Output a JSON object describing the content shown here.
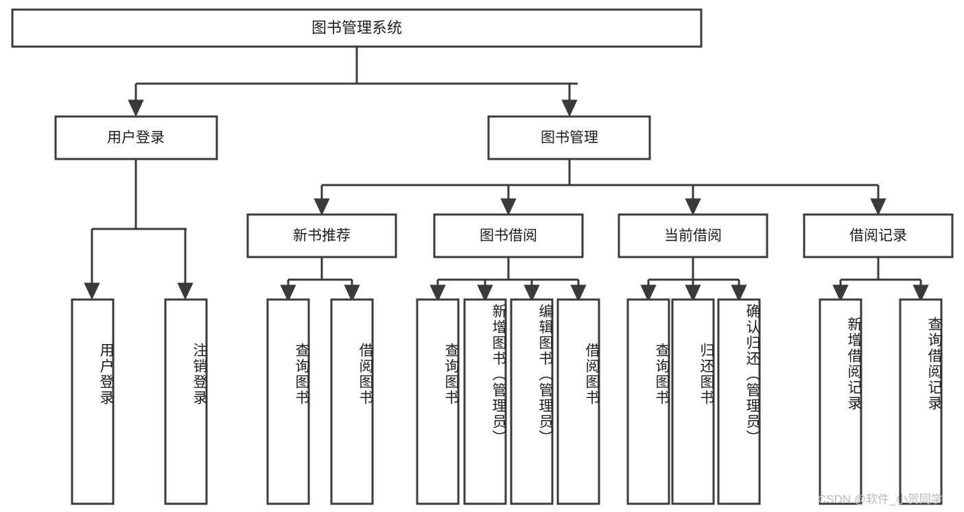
{
  "diagram": {
    "type": "tree-hierarchy",
    "title": "图书管理系统",
    "root": {
      "id": "root",
      "label": "图书管理系统",
      "orientation": "horizontal"
    },
    "level2": [
      {
        "id": "user-login",
        "label": "用户登录",
        "orientation": "horizontal"
      },
      {
        "id": "book-manage",
        "label": "图书管理",
        "orientation": "horizontal"
      }
    ],
    "level3": [
      {
        "id": "new-book-recommend",
        "label": "新书推荐",
        "orientation": "horizontal"
      },
      {
        "id": "book-borrow",
        "label": "图书借阅",
        "orientation": "horizontal"
      },
      {
        "id": "current-borrow",
        "label": "当前借阅",
        "orientation": "horizontal"
      },
      {
        "id": "borrow-record",
        "label": "借阅记录",
        "orientation": "horizontal"
      }
    ],
    "leaves": [
      {
        "id": "leaf-user-login",
        "parent": "user-login",
        "label": "用户登录",
        "orientation": "vertical"
      },
      {
        "id": "leaf-user-logout",
        "parent": "user-login",
        "label": "注销登录",
        "orientation": "vertical"
      },
      {
        "id": "leaf-query-book-1",
        "parent": "new-book-recommend",
        "label": "查询图书",
        "orientation": "vertical"
      },
      {
        "id": "leaf-borrow-book-1",
        "parent": "new-book-recommend",
        "label": "借阅图书",
        "orientation": "vertical"
      },
      {
        "id": "leaf-query-book-2",
        "parent": "book-borrow",
        "label": "查询图书",
        "orientation": "vertical"
      },
      {
        "id": "leaf-add-book",
        "parent": "book-borrow",
        "label": "新增图书（管理员）",
        "orientation": "vertical"
      },
      {
        "id": "leaf-edit-book",
        "parent": "book-borrow",
        "label": "编辑图书（管理员）",
        "orientation": "vertical"
      },
      {
        "id": "leaf-borrow-book-2",
        "parent": "book-borrow",
        "label": "借阅图书",
        "orientation": "vertical"
      },
      {
        "id": "leaf-query-book-3",
        "parent": "current-borrow",
        "label": "查询图书",
        "orientation": "vertical"
      },
      {
        "id": "leaf-return-book",
        "parent": "current-borrow",
        "label": "归还图书",
        "orientation": "vertical"
      },
      {
        "id": "leaf-confirm-return",
        "parent": "current-borrow",
        "label": "确认归还（管理员）",
        "orientation": "vertical"
      },
      {
        "id": "leaf-add-record",
        "parent": "borrow-record",
        "label": "新增借阅记录",
        "orientation": "vertical"
      },
      {
        "id": "leaf-query-record",
        "parent": "borrow-record",
        "label": "查询借阅记录",
        "orientation": "vertical"
      }
    ],
    "colors": {
      "stroke": "#3a3a3a",
      "fill": "#ffffff",
      "text": "#1c1c1c",
      "watermark": "#b9b9b9"
    }
  },
  "watermark": {
    "text": "CSDN @软件_小贺同学"
  }
}
